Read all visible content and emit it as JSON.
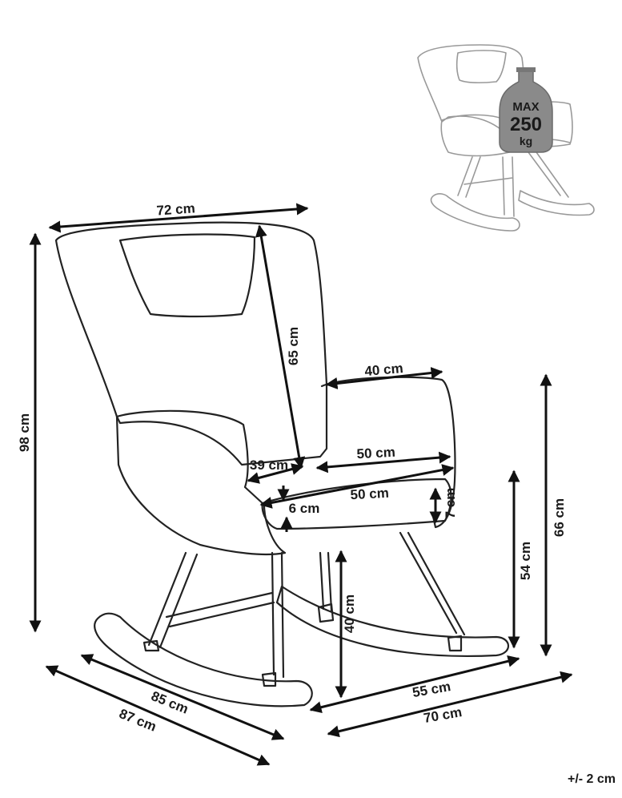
{
  "dimensions": {
    "width_top": "72 cm",
    "height_total": "98 cm",
    "back_height": "65 cm",
    "armrest_length": "40 cm",
    "seat_width_39": "39 cm",
    "seat_depth_top": "50 cm",
    "seat_depth_front": "50 cm",
    "cushion_6": "6 cm",
    "cushion_7": "7 cm",
    "seat_height": "40 cm",
    "arm_height": "54 cm",
    "height_66": "66 cm",
    "depth_85": "85 cm",
    "depth_87": "87 cm",
    "width_55": "55 cm",
    "width_70": "70 cm"
  },
  "tolerance": "+/- 2 cm",
  "max_load": {
    "label": "MAX",
    "value": "250",
    "unit": "kg"
  }
}
